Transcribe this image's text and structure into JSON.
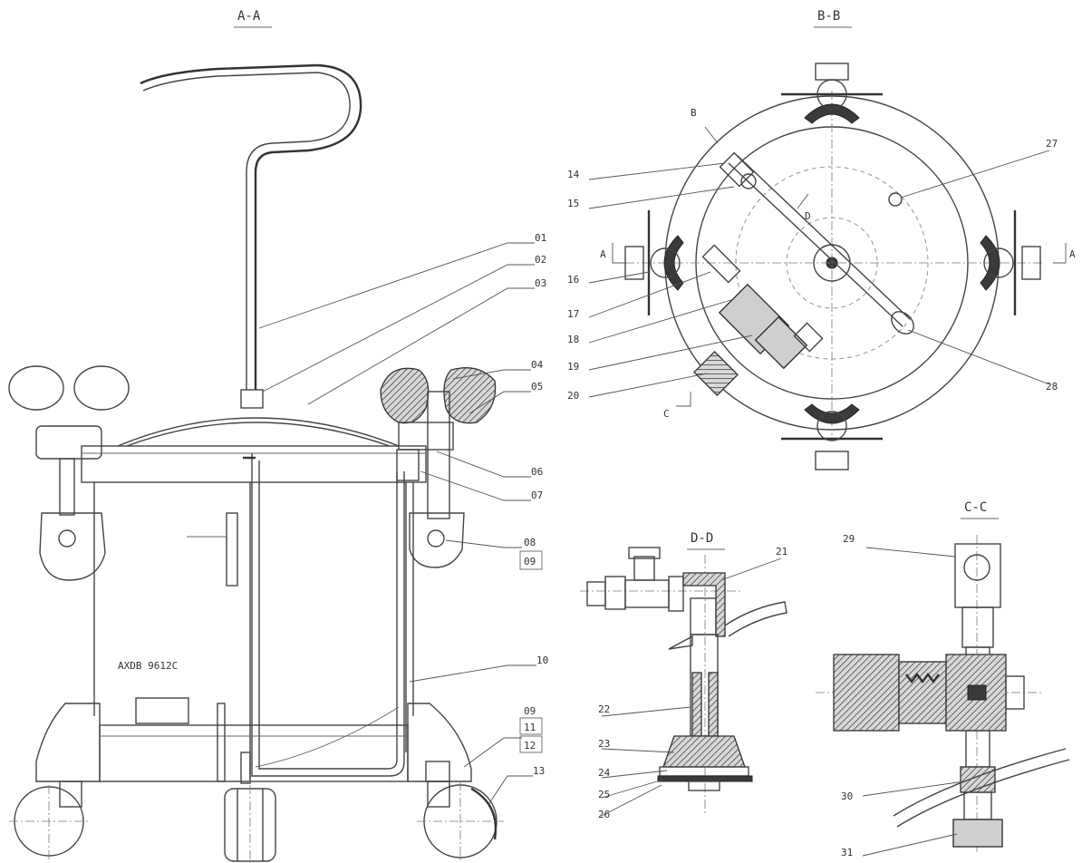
{
  "views": {
    "aa": {
      "title": "A-A"
    },
    "bb": {
      "title": "B-B"
    },
    "dd": {
      "title": "D-D"
    },
    "cc": {
      "title": "C-C"
    }
  },
  "section_marks": {
    "a_left": "A",
    "a_right": "A",
    "b_top": "B",
    "c_bottom": "C",
    "d_mid": "D"
  },
  "body_text": "AXDB 9612C",
  "labels": {
    "n01": "01",
    "n02": "02",
    "n03": "03",
    "n04": "04",
    "n05": "05",
    "n06": "06",
    "n07": "07",
    "n08": "08",
    "n09": "09",
    "n10": "10",
    "n09b": "09",
    "n11": "11",
    "n12": "12",
    "n13": "13",
    "n14": "14",
    "n15": "15",
    "n16": "16",
    "n17": "17",
    "n18": "18",
    "n19": "19",
    "n20": "20",
    "n27": "27",
    "n28": "28",
    "n21": "21",
    "n22": "22",
    "n23": "23",
    "n24": "24",
    "n25": "25",
    "n26": "26",
    "n29": "29",
    "n30": "30",
    "n31": "31"
  }
}
